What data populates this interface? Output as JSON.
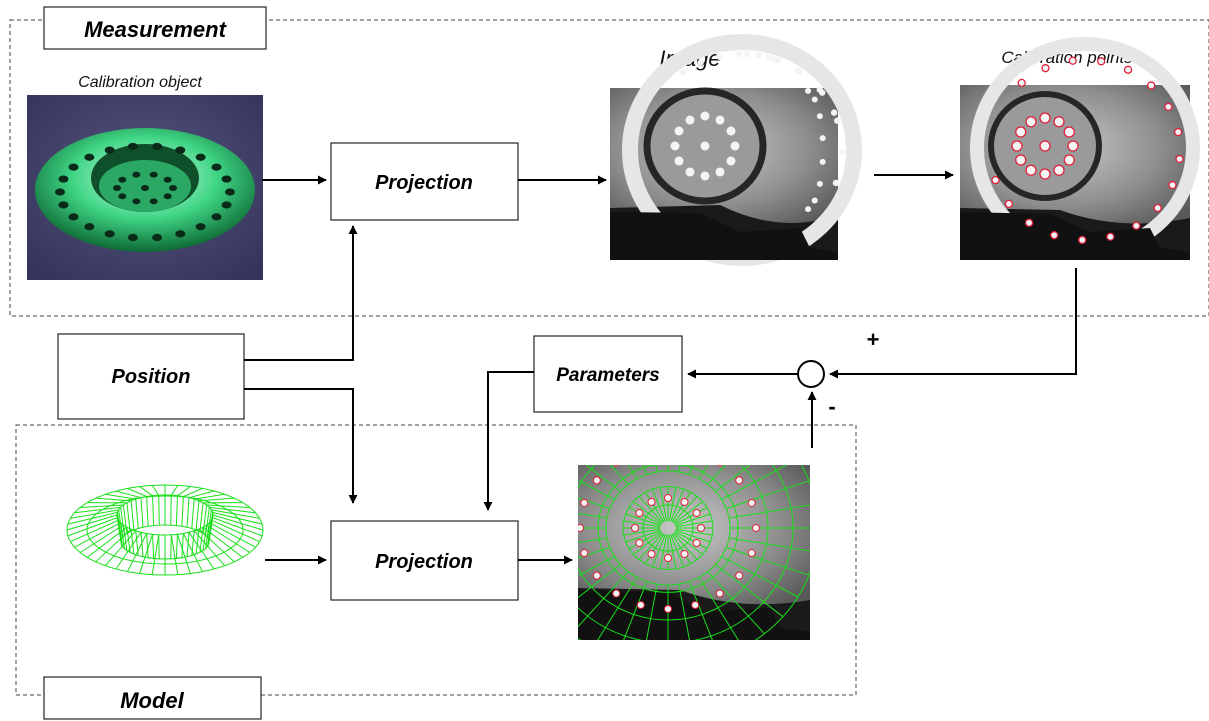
{
  "sections": {
    "measurement_label": "Measurement",
    "model_label": "Model"
  },
  "captions": {
    "calibration_object": "Calibration object",
    "image": "Image",
    "calibration_points": "Calibration points"
  },
  "boxes": {
    "projection_top": "Projection",
    "projection_bottom": "Projection",
    "position": "Position",
    "parameters": "Parameters"
  },
  "summing_node": {
    "plus": "+",
    "minus": "-"
  },
  "colors": {
    "wireframe": "#19e019",
    "calibration_point_marker": "#e0203a",
    "object_tint": "#27c06a",
    "object_background": "#3d3c66"
  }
}
